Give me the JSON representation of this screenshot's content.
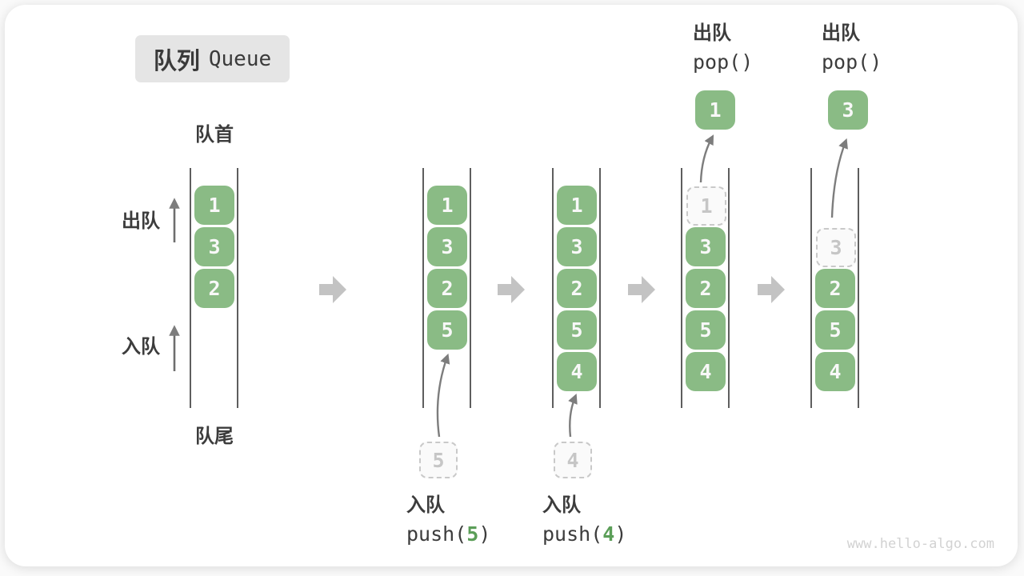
{
  "title": {
    "zh": "队列",
    "en": "Queue"
  },
  "labels": {
    "front": "队首",
    "rear": "队尾",
    "dequeue": "出队",
    "enqueue": "入队"
  },
  "queues": [
    {
      "cells": [
        "1",
        "3",
        "2"
      ]
    },
    {
      "cells": [
        "1",
        "3",
        "2",
        "5"
      ],
      "incoming": "5"
    },
    {
      "cells": [
        "1",
        "3",
        "2",
        "5",
        "4"
      ],
      "incoming": "4"
    },
    {
      "ghost": "1",
      "cells": [
        "3",
        "2",
        "5",
        "4"
      ],
      "popped": "1"
    },
    {
      "ghost": "3",
      "cells": [
        "2",
        "5",
        "4"
      ],
      "popped": "3"
    }
  ],
  "push_ops": [
    {
      "line1": "入队",
      "fn_prefix": "push(",
      "arg": "5",
      "fn_suffix": ")"
    },
    {
      "line1": "入队",
      "fn_prefix": "push(",
      "arg": "4",
      "fn_suffix": ")"
    }
  ],
  "pop_ops": [
    {
      "line1": "出队",
      "line2": "pop()"
    },
    {
      "line1": "出队",
      "line2": "pop()"
    }
  ],
  "watermark": "www.hello-algo.com",
  "colors": {
    "cell_green": "#8abb85",
    "arg_green": "#5b9e58",
    "title_bg": "#e5e5e5",
    "text_dark": "#3c3c3c",
    "block_arrow": "#c3c3c3",
    "thin_arrow": "#7d7d7d",
    "ghost_border": "#c9c9c9",
    "wall": "#5e5e5e"
  }
}
